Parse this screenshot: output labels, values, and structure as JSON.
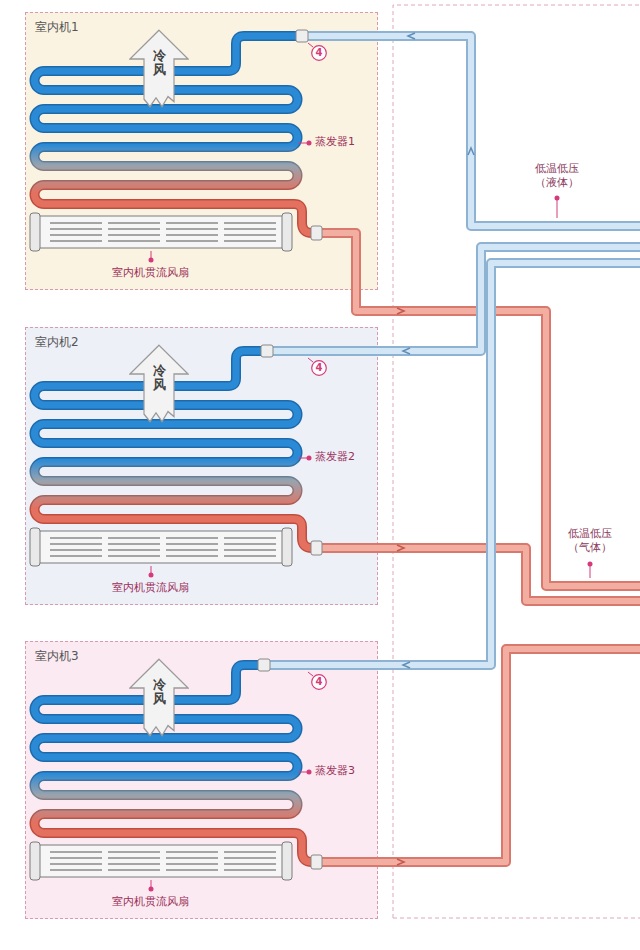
{
  "diagram": {
    "nodes": [
      {
        "text": [
          "室内机1"
        ]
      },
      {
        "text": [
          "冷风"
        ],
        "in": 0
      },
      {
        "text": [
          "4"
        ],
        "in": 0
      },
      {
        "text": [
          "室内机2"
        ]
      },
      {
        "text": [
          "冷风"
        ],
        "in": 3
      },
      {
        "text": [
          "4"
        ],
        "in": 3
      },
      {
        "text": [
          "室内机3"
        ]
      },
      {
        "text": [
          "冷风"
        ],
        "in": 6
      },
      {
        "text": [
          "4"
        ],
        "in": 6
      }
    ],
    "labels": [
      "蒸发器1",
      "室内机贯流风扇",
      "低温低压 （液体）",
      "蒸发器2",
      "室内机贯流风扇",
      "低温低压 （气体）",
      "蒸发器3",
      "室内机贯流风扇"
    ]
  }
}
